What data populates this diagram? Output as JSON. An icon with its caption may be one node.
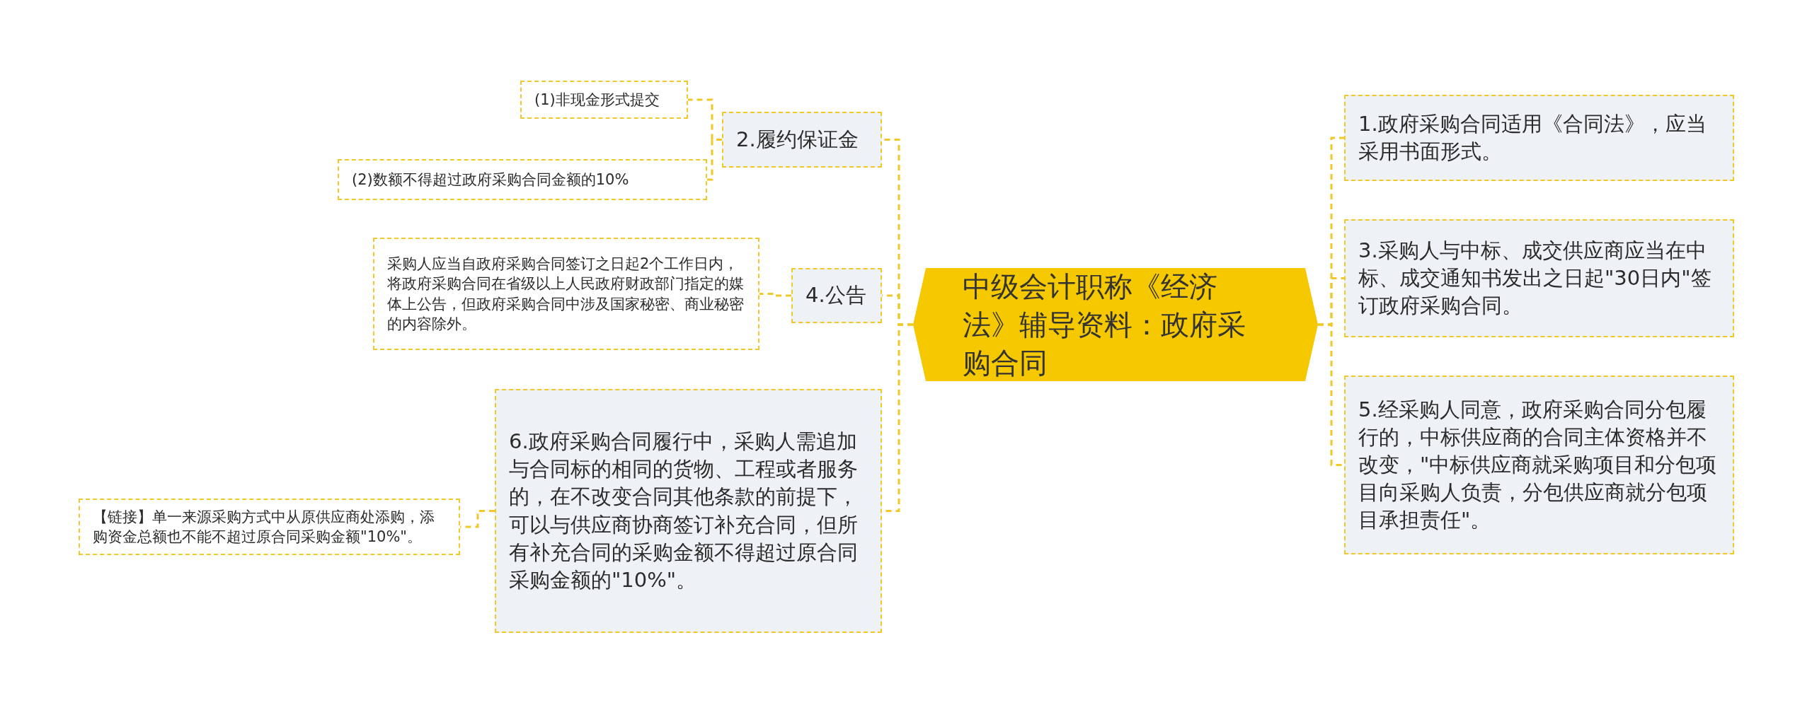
{
  "diagram": {
    "nodes": [
      {
        "text": [
          "中级会计职称《经济法》辅导资料：政府采购合同"
        ]
      },
      {
        "text": [
          "2.履约保证金"
        ]
      },
      {
        "text": [
          "(1)非现金形式提交"
        ]
      },
      {
        "text": [
          "(2)数额不得超过政府采购合同金额的10%"
        ]
      },
      {
        "text": [
          "4.公告"
        ]
      },
      {
        "text": [
          "采购人应当自政府采购合同签订之日起2个工作日内，将政府采购合同在省级以上人民政府财政部门指定的媒体上公告，但政府采购合同中涉及国家秘密、商业秘密的内容除外。"
        ]
      },
      {
        "text": [
          "6.政府采购合同履行中，采购人需追加与合同标的相同的货物、工程或者服务的，在不改变合同其他条款的前提下，可以与供应商协商签订补充合同，但所有补充合同的采购金额不得超过原合同采购金额的\"10%\"。"
        ]
      },
      {
        "text": [
          "【链接】单一来源采购方式中从原供应商处添购，添购资金总额也不能不超过原合同采购金额\"10%\"。"
        ]
      },
      {
        "text": [
          "1.政府采购合同适用《合同法》，应当采用书面形式。"
        ]
      },
      {
        "text": [
          "3.采购人与中标、成交供应商应当在中标、成交通知书发出之日起\"30日内\"签订政府采购合同。"
        ]
      },
      {
        "text": [
          "5.经采购人同意，政府采购合同分包履行的，中标供应商的合同主体资格并不改变，\"中标供应商就采购项目和分包项目向采购人负责，分包供应商就分包项目承担责任\"。"
        ]
      }
    ],
    "edges": [
      {
        "from": 0,
        "to": 1,
        "arrow": "none"
      },
      {
        "from": 1,
        "to": 2,
        "arrow": "none"
      },
      {
        "from": 1,
        "to": 3,
        "arrow": "none"
      },
      {
        "from": 0,
        "to": 4,
        "arrow": "none"
      },
      {
        "from": 4,
        "to": 5,
        "arrow": "none"
      },
      {
        "from": 0,
        "to": 6,
        "arrow": "none"
      },
      {
        "from": 6,
        "to": 7,
        "arrow": "none"
      },
      {
        "from": 0,
        "to": 8,
        "arrow": "none"
      },
      {
        "from": 0,
        "to": 9,
        "arrow": "none"
      },
      {
        "from": 0,
        "to": 10,
        "arrow": "none"
      }
    ]
  }
}
